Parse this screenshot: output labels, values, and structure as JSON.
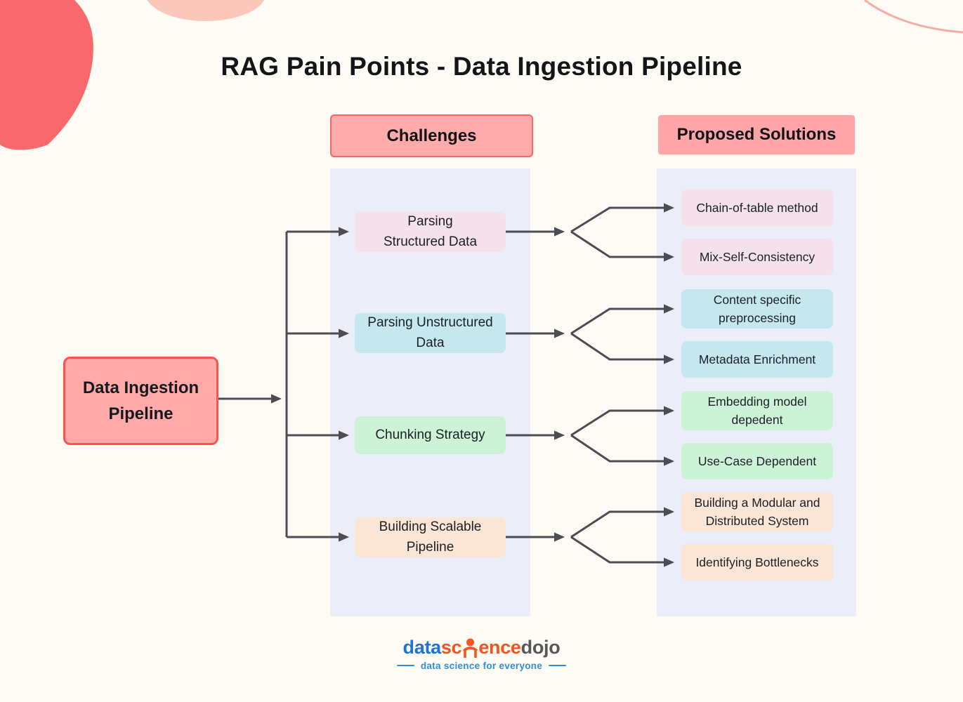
{
  "title": "RAG Pain Points - Data Ingestion Pipeline",
  "headers": {
    "challenges": "Challenges",
    "solutions": "Proposed Solutions"
  },
  "root": {
    "label": "Data Ingestion\nPipeline"
  },
  "challenges": [
    {
      "label": "Parsing\nStructured Data",
      "color": "#F5E1E9",
      "solutions": [
        {
          "label": "Chain-of-table method"
        },
        {
          "label": "Mix-Self-Consistency"
        }
      ]
    },
    {
      "label": "Parsing Unstructured\nData",
      "color": "#C4E8EE",
      "solutions": [
        {
          "label": "Content specific\npreprocessing"
        },
        {
          "label": "Metadata Enrichment"
        }
      ]
    },
    {
      "label": "Chunking Strategy",
      "color": "#CDF3D7",
      "solutions": [
        {
          "label": "Embedding model\ndepedent"
        },
        {
          "label": "Use-Case Dependent"
        }
      ]
    },
    {
      "label": "Building Scalable\nPipeline",
      "color": "#FBE5D5",
      "solutions": [
        {
          "label": "Building a Modular and\nDistributed System"
        },
        {
          "label": "Identifying Bottlenecks"
        }
      ]
    }
  ],
  "logo": {
    "word_blue": "data",
    "word_orange_prefix": "sc",
    "word_orange_suffix": "ence",
    "word_gray": "dojo",
    "tagline": "data science for everyone"
  },
  "palette": {
    "background": "#FDFBF3",
    "blob_coral": "#F9686D",
    "blob_pink": "#FBC7BB",
    "corner_arc_pink": "#F8ACA6",
    "header_fill": "#FFABAC",
    "header_border": "#EE6A68",
    "column_bg": "#EBEDF9",
    "node_rose": "#F5E1E9",
    "node_cyan": "#C4E8EE",
    "node_green": "#CDF3D7",
    "node_peach": "#FBE5D5",
    "root_fill": "#FFA9A9",
    "root_border": "#F2574F",
    "arrow": "#4C4C52",
    "logo_blue": "#1E74D1",
    "logo_orange": "#F4551F",
    "logo_gray": "#58585A",
    "tagline_blue": "#2E8FD8"
  }
}
